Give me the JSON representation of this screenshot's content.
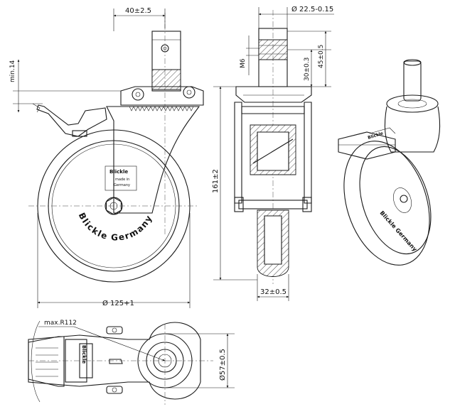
{
  "dimensions": {
    "mount_offset": "40±2.5",
    "stem_diameter": "Ø 22.5-0.15",
    "min_clearance": "min.14",
    "thread": "M6",
    "stem_length_lower": "30±0.3",
    "stem_length_upper": "45±0.5",
    "overall_height": "161±2",
    "wheel_width": "32±0.5",
    "wheel_diameter": "Ø 125+1",
    "swivel_radius": "max.R112",
    "plate_diameter": "Ø57±0.5"
  },
  "branding": {
    "brand_line": "Blickle Germany",
    "plate_brand": "Blickle",
    "plate_sub1": "made in",
    "plate_sub2": "Germany",
    "iso_brand": "Blickle",
    "iso_wheel_text": "Blickle Germany",
    "top_plate_text": "Blickle"
  },
  "colors": {
    "line": "#1a1a1a",
    "background": "#ffffff"
  }
}
